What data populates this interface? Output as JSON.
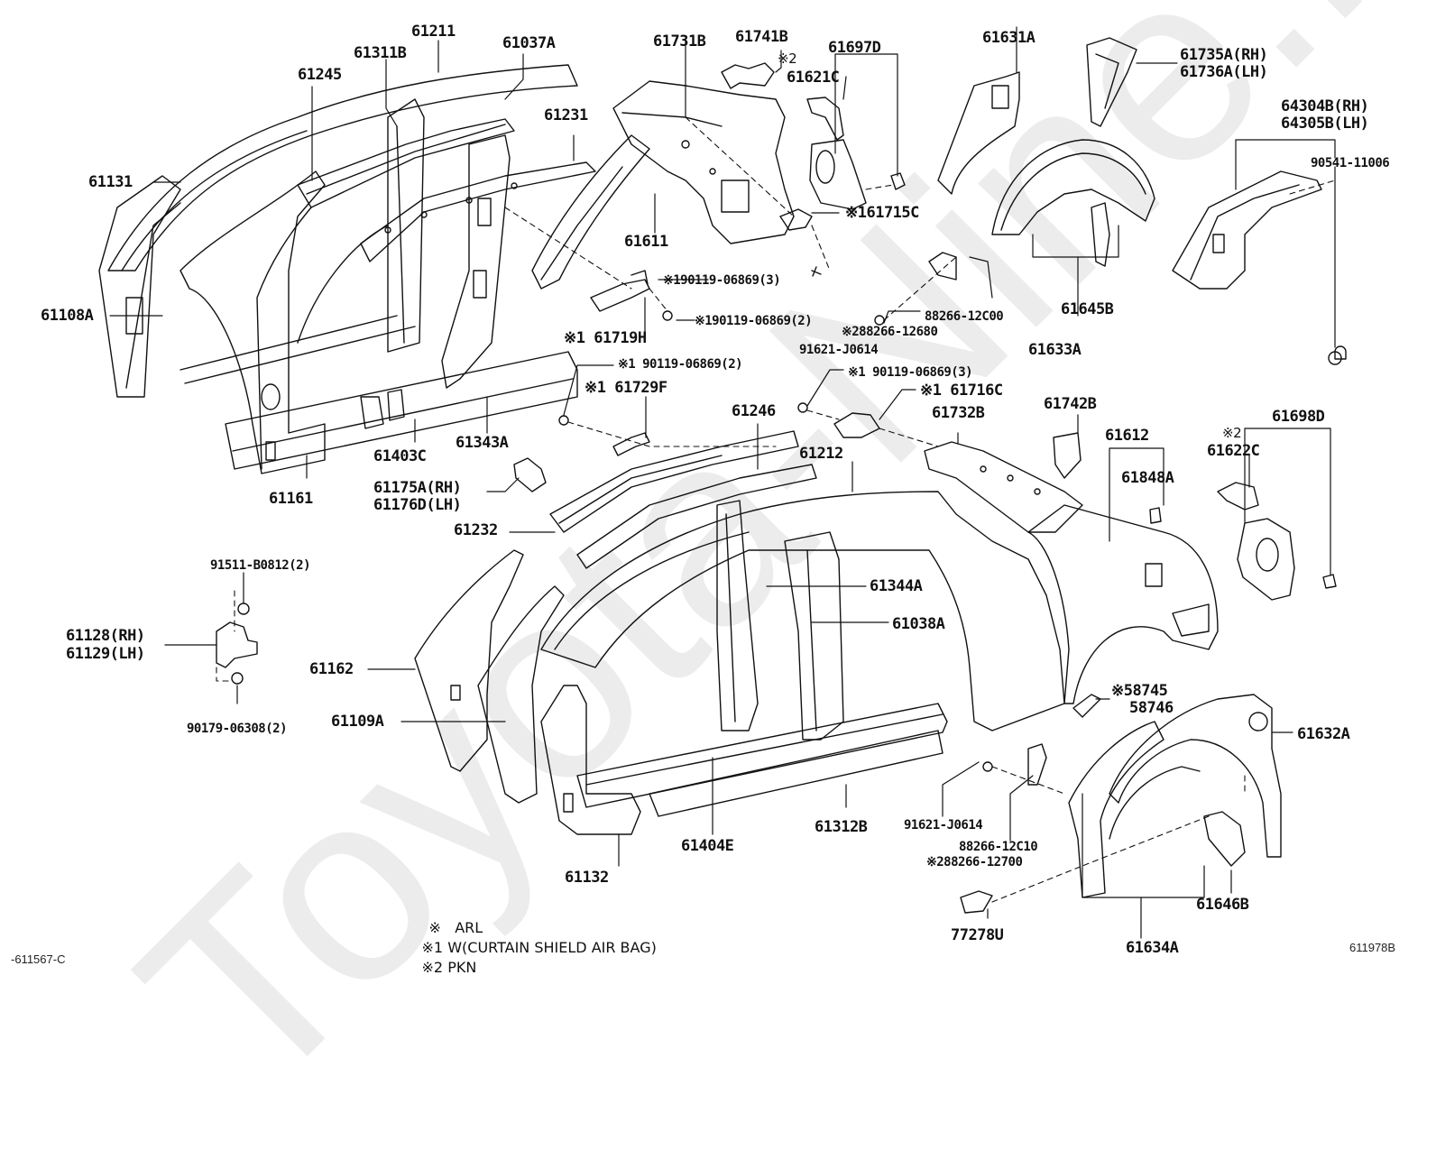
{
  "diagram": {
    "title": "Toyota side member / quarter panel parts diagram",
    "watermark": "Toyota-Nine.ru",
    "drawing_codes": {
      "left": "-611567-C",
      "right": "611978B"
    },
    "legend": [
      {
        "mark": "※",
        "text": "ARL"
      },
      {
        "mark": "※1",
        "text": "W(CURTAIN SHIELD AIR BAG)"
      },
      {
        "mark": "※2",
        "text": "PKN"
      }
    ],
    "labels": {
      "p61211": "61211",
      "p61311B": "61311B",
      "p61037A": "61037A",
      "p61245": "61245",
      "p61231": "61231",
      "p61131": "61131",
      "p61108A": "61108A",
      "p61161": "61161",
      "p61403C": "61403C",
      "p61343A": "61343A",
      "p61175A": "61175A(RH)",
      "p61176D": "61176D(LH)",
      "p61232": "61232",
      "p61731B": "61731B",
      "p61741B": "61741B",
      "p61741B_note": "※2",
      "p61697D": "61697D",
      "p61621C": "61621C",
      "p61611": "61611",
      "p61715C": "※161715C",
      "p90119_3a": "※190119-06869(3)",
      "p90119_2a": "※190119-06869(2)",
      "p61719H": "※1 61719H",
      "p90119_2b": "※1 90119-06869(2)",
      "p61729F": "※1 61729F",
      "p61631A": "61631A",
      "p61735A": "61735A(RH)",
      "p61736A": "61736A(LH)",
      "p64304B": "64304B(RH)",
      "p64305B": "64305B(LH)",
      "p90541": "90541-11006",
      "p88266_12C00": "88266-12C00",
      "p88266_12680": "※288266-12680",
      "p91621_a": "91621-J0614",
      "p61645B": "61645B",
      "p61633A": "61633A",
      "p90119_3b": "※1 90119-06869(3)",
      "p61716C": "※1 61716C",
      "p61246": "61246",
      "p61212": "61212",
      "p61732B": "61732B",
      "p61742B": "61742B",
      "p61612": "61612",
      "p61848A": "61848A",
      "p61622C_note": "※2",
      "p61622C": "61622C",
      "p61698D": "61698D",
      "p91511": "91511-B0812(2)",
      "p61128": "61128(RH)",
      "p61129": "61129(LH)",
      "p90179": "90179-06308(2)",
      "p61162": "61162",
      "p61109A": "61109A",
      "p61344A": "61344A",
      "p61038A": "61038A",
      "p58745": "※58745",
      "p58746": "58746",
      "p61632A": "61632A",
      "p61132": "61132",
      "p61404E": "61404E",
      "p61312B": "61312B",
      "p91621_b": "91621-J0614",
      "p88266_12C10": "88266-12C10",
      "p88266_12700": "※288266-12700",
      "p77278U": "77278U",
      "p61646B": "61646B",
      "p61634A": "61634A"
    }
  }
}
